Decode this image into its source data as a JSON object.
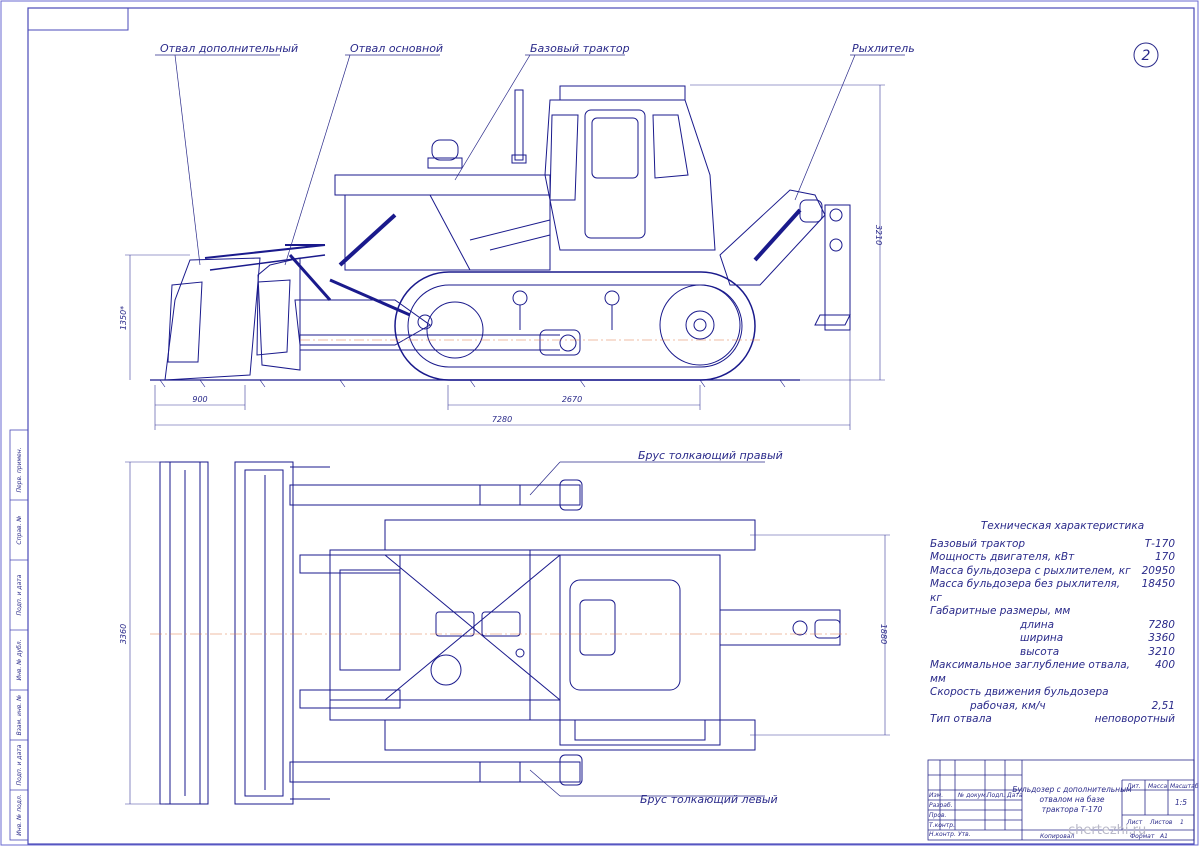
{
  "sheet": {
    "number": "2",
    "watermark": "chertezhi.ru"
  },
  "labels": {
    "extra_blade": "Отвал дополнительный",
    "main_blade": "Отвал основной",
    "base_tractor": "Базовый трактор",
    "ripper": "Рыхлитель",
    "push_bar_right": "Брус толкающий правый",
    "push_bar_left": "Брус толкающий левый"
  },
  "dimensions": {
    "d900": "900",
    "d2670": "2670",
    "d7280": "7280",
    "d3210": "3210",
    "d1350": "1350*",
    "d3360": "3360",
    "d1880": "1880"
  },
  "spec": {
    "title": "Техническая характеристика",
    "rows": [
      {
        "label": "Базовый трактор",
        "value": "Т-170",
        "indent": 0
      },
      {
        "label": "Мощность двигателя, кВт",
        "value": "170",
        "indent": 0
      },
      {
        "label": "Масса бульдозера с рыхлителем, кг",
        "value": "20950",
        "indent": 0
      },
      {
        "label": "Масса бульдозера без рыхлителя, кг",
        "value": "18450",
        "indent": 0
      },
      {
        "label": "Габаритные размеры, мм",
        "value": "",
        "indent": 0
      },
      {
        "label": "длина",
        "value": "7280",
        "indent": 1
      },
      {
        "label": "ширина",
        "value": "3360",
        "indent": 1
      },
      {
        "label": "высота",
        "value": "3210",
        "indent": 1
      },
      {
        "label": "Максимальное заглубление отвала, мм",
        "value": "400",
        "indent": 0
      },
      {
        "label": "Скорость движения бульдозера",
        "value": "",
        "indent": 0
      },
      {
        "label": "рабочая, км/ч",
        "value": "2,51",
        "indent": 2
      },
      {
        "label": "Тип отвала",
        "value": "неповоротный",
        "indent": 0
      }
    ]
  },
  "title_block": {
    "name_line1": "Бульдозер с дополнительным",
    "name_line2": "отвалом на базе",
    "name_line3": "трактора Т-170",
    "col_lit": "Лит.",
    "col_mass": "Масса",
    "col_scale": "Масштаб",
    "scale": "1:5",
    "sheet": "Лист",
    "sheets": "Листов",
    "sheets_count": "1",
    "change": "Изм.",
    "doc": "№ докум.",
    "sign": "Подп.",
    "date": "Дата",
    "developed": "Разраб.",
    "checked": "Пров.",
    "tcontrol": "Т.контр.",
    "ncontrol": "Н.контр.",
    "approved": "Утв.",
    "copied": "Копировал",
    "format": "Формат",
    "format_value": "А1"
  },
  "side_stamps": [
    "Перв. примен.",
    "Справ. №",
    "Подп. и дата",
    "Инв. № дубл.",
    "Взам. инв. №",
    "Подп. и дата",
    "Инв. № подл."
  ]
}
